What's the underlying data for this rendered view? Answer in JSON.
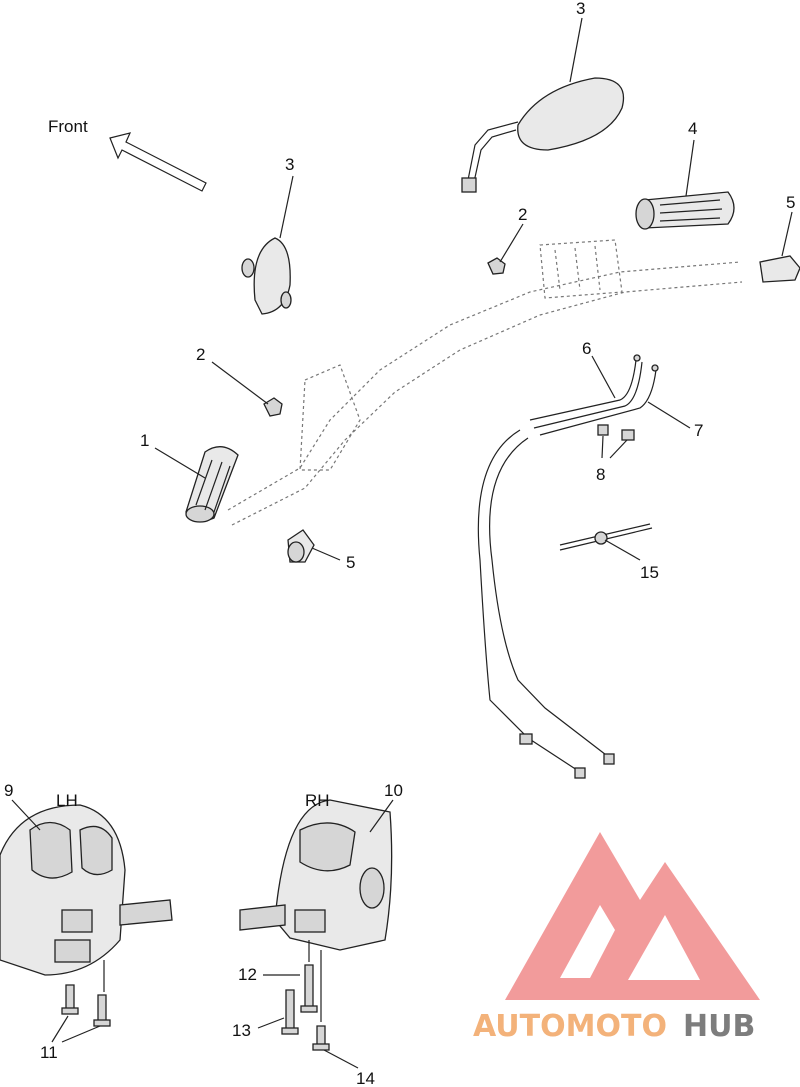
{
  "direction_label": "Front",
  "side_labels": {
    "left": "LH",
    "right": "RH"
  },
  "callouts": {
    "c1": "1",
    "c2a": "2",
    "c2b": "2",
    "c3a": "3",
    "c3b": "3",
    "c4": "4",
    "c5a": "5",
    "c5b": "5",
    "c6": "6",
    "c7": "7",
    "c8": "8",
    "c9": "9",
    "c10": "10",
    "c11": "11",
    "c12": "12",
    "c13": "13",
    "c14": "14",
    "c15": "15"
  },
  "watermark": {
    "part_a": "AUTOMOTO",
    "part_b": "HUB"
  },
  "colors": {
    "watermark_triangle": "#f08a8a",
    "watermark_text_a": "#f3b27a",
    "watermark_text_b": "#7d7d7d"
  }
}
